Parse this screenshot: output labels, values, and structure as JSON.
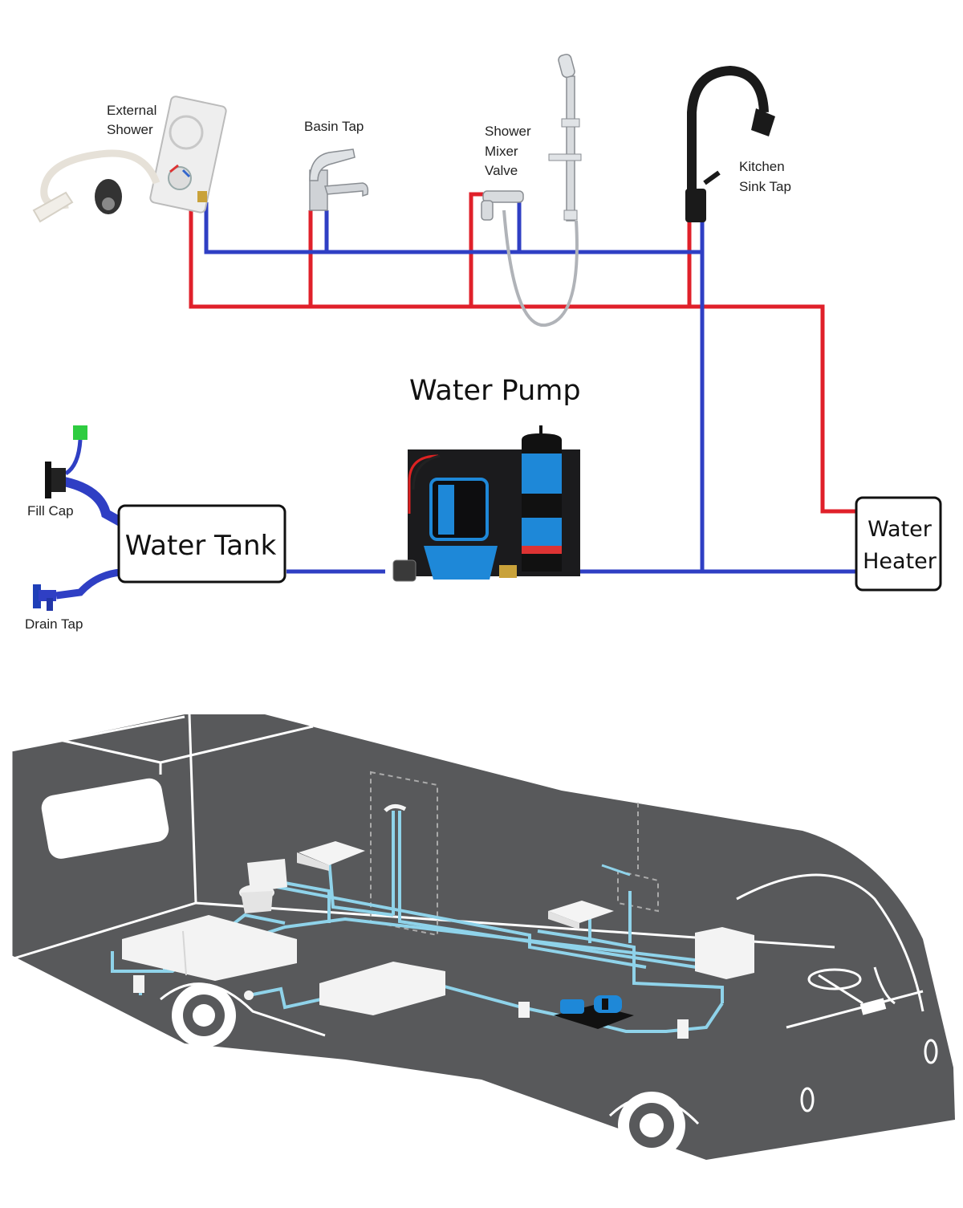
{
  "colors": {
    "hot_pipe": "#e0202a",
    "cold_pipe": "#2f3fc4",
    "rv_body": "#58595b",
    "rv_line": "#ffffff",
    "rv_pipe": "#8fd3ea",
    "pump_blue": "#1e88d8"
  },
  "labels": {
    "external_shower": [
      "External",
      "Shower"
    ],
    "basin_tap": "Basin Tap",
    "shower_mixer_valve": [
      "Shower",
      "Mixer",
      "Valve"
    ],
    "kitchen_sink_tap": [
      "Kitchen",
      "Sink Tap"
    ],
    "water_pump": "Water Pump",
    "fill_cap": "Fill Cap",
    "drain_tap": "Drain Tap",
    "water_tank": "Water Tank",
    "water_heater": [
      "Water",
      "Heater"
    ]
  }
}
